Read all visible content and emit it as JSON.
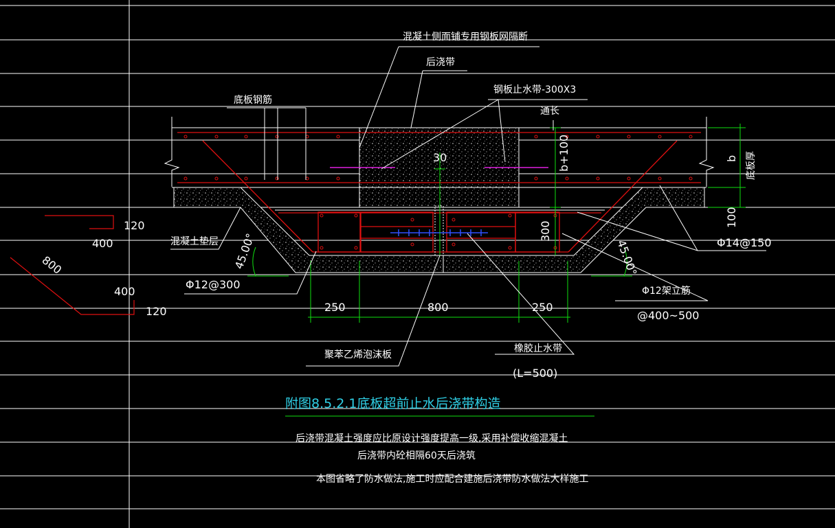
{
  "drawing": {
    "labels": {
      "concrete_side_mesh": "混凝土侧面铺专用钢板网隔断",
      "post_pour_strip": "后浇带",
      "steel_waterstop": "钢板止水带-300X3",
      "continuous": "通长",
      "bottom_rebar": "底板钢筋",
      "concrete_cushion": "混凝土垫层",
      "phi12_300": "Φ12@300",
      "phi14_150": "Φ14@150",
      "phi12_stand": "Φ12架立筋",
      "stand_spacing": "@400~500",
      "eps_board": "聚苯乙烯泡沫板",
      "rubber_waterstop": "橡胶止水带",
      "rubber_length": "(L=500)",
      "slab_thickness": "底板厚"
    },
    "dims": {
      "d30": "30",
      "b_plus_100": "b+100",
      "b": "b",
      "d100": "100",
      "d300": "300",
      "d250_left": "250",
      "d800": "800",
      "d250_right": "250",
      "angle_left": "45.00°",
      "angle_right": "45.00°"
    },
    "detail": {
      "d120_top": "120",
      "d400_top": "400",
      "d800": "800",
      "d400_bottom": "400",
      "d120_bottom": "120"
    },
    "title": "附图8.5.2.1底板超前止水后浇带构造",
    "notes": [
      "后浇带混凝土强度应比原设计强度提高一级,采用补偿收缩混凝土",
      "后浇带内砼相隔60天后浇筑",
      "本图省略了防水做法,施工时应配合建施后浇带防水做法大样施工"
    ],
    "colors": {
      "background": "#000000",
      "line_white": "#ffffff",
      "rebar_red": "#e01010",
      "dim_green": "#10e010",
      "title_cyan": "#2fd0e6",
      "steel_magenta": "#e020e0",
      "rubber_blue": "#3050ff"
    }
  }
}
